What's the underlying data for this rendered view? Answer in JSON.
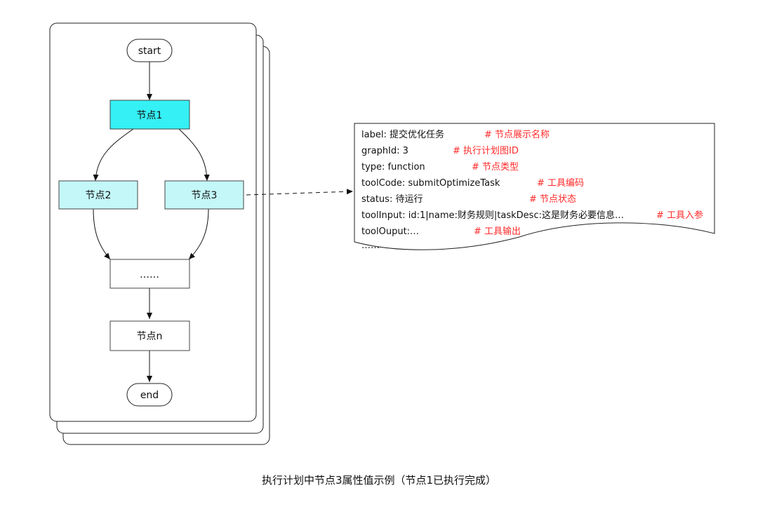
{
  "nodes": {
    "start": "start",
    "node1": "节点1",
    "node2": "节点2",
    "node3": "节点3",
    "ellipsis": "……",
    "noden": "节点n",
    "end": "end"
  },
  "colors": {
    "executed_fill": "#35f0f5",
    "pending_fill": "#c4f7f8",
    "comment": "#ff2a2a"
  },
  "properties": [
    {
      "text": "label: 提交优化任务",
      "comment": "# 节点展示名称"
    },
    {
      "text": "graphId: 3",
      "comment": "# 执行计划图ID"
    },
    {
      "text": "type: function",
      "comment": "# 节点类型"
    },
    {
      "text": "toolCode: submitOptimizeTask",
      "comment": "# 工具编码"
    },
    {
      "text": "status: 待运行",
      "comment": "# 节点状态"
    },
    {
      "text": "toolInput: id:1|name:财务规则|taskDesc:这是财务必要信息…",
      "comment": "# 工具入参"
    },
    {
      "text": "toolOuput:…",
      "comment": "# 工具输出"
    },
    {
      "text": "……",
      "comment": ""
    }
  ],
  "caption": "执行计划中节点3属性值示例（节点1已执行完成）"
}
